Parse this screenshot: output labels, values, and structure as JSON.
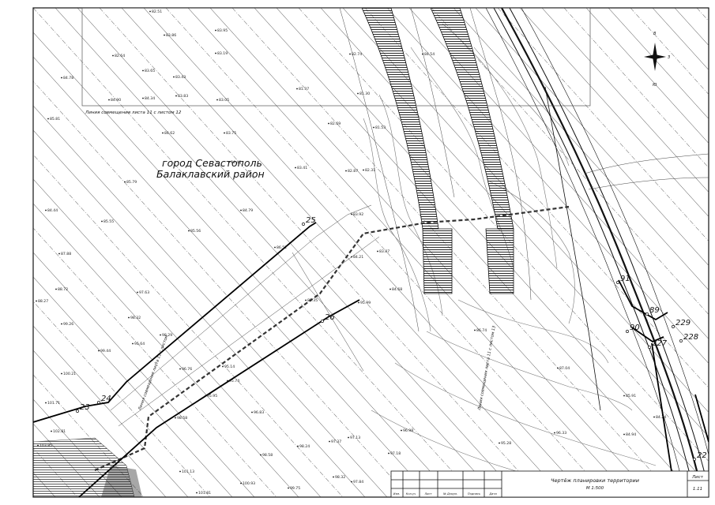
{
  "labels": {
    "city": "город Севастополь",
    "district": "Балаклавский район",
    "match_line_top": "Линия совмещения листа 11 с листом 12",
    "match_line_side": "Линия совмещения листа 11 с листом 13",
    "match_line_left": "Линия совмещения листа 11 с листом"
  },
  "north_arrow": {
    "north": "В",
    "south": "Ю",
    "east": "З"
  },
  "elevations": [
    {
      "id": "e1",
      "text": "82.51"
    },
    {
      "id": "e2",
      "text": "83.86"
    },
    {
      "id": "e3",
      "text": "83.95"
    },
    {
      "id": "e4",
      "text": "83.19"
    },
    {
      "id": "e5",
      "text": "82.64"
    },
    {
      "id": "e6",
      "text": "83.65"
    },
    {
      "id": "e7",
      "text": "83.43"
    },
    {
      "id": "e8",
      "text": "84.78"
    },
    {
      "id": "e9",
      "text": "84.90"
    },
    {
      "id": "e10",
      "text": "84.34"
    },
    {
      "id": "e11",
      "text": "83.83"
    },
    {
      "id": "e12",
      "text": "83.05"
    },
    {
      "id": "e13",
      "text": "82.74"
    },
    {
      "id": "e14",
      "text": "81.37"
    },
    {
      "id": "e15",
      "text": "81.30"
    },
    {
      "id": "e16",
      "text": "85.81"
    },
    {
      "id": "e17",
      "text": "84.62"
    },
    {
      "id": "e18",
      "text": "83.75"
    },
    {
      "id": "e19",
      "text": "82.69"
    },
    {
      "id": "e20",
      "text": "81.53"
    },
    {
      "id": "e21",
      "text": "84.46"
    },
    {
      "id": "e22",
      "text": "85.79"
    },
    {
      "id": "e23",
      "text": "83.41"
    },
    {
      "id": "e24",
      "text": "82.87"
    },
    {
      "id": "e25",
      "text": "82.31"
    },
    {
      "id": "e26",
      "text": "84.44"
    },
    {
      "id": "e27",
      "text": "85.55"
    },
    {
      "id": "e28",
      "text": "84.79"
    },
    {
      "id": "e29",
      "text": "83.92"
    },
    {
      "id": "e30",
      "text": "85.56"
    },
    {
      "id": "e31",
      "text": "87.88"
    },
    {
      "id": "e32",
      "text": "86.52"
    },
    {
      "id": "e33",
      "text": "84.21"
    },
    {
      "id": "e34",
      "text": "83.87"
    },
    {
      "id": "e35",
      "text": "84.68"
    },
    {
      "id": "e36",
      "text": "88.72"
    },
    {
      "id": "e37",
      "text": "97.63"
    },
    {
      "id": "e38",
      "text": "88.27"
    },
    {
      "id": "e39",
      "text": "85.35"
    },
    {
      "id": "e40",
      "text": "98.32"
    },
    {
      "id": "e41",
      "text": "99.26"
    },
    {
      "id": "e42",
      "text": "95.99"
    },
    {
      "id": "e43",
      "text": "98.29"
    },
    {
      "id": "e44",
      "text": "95.64"
    },
    {
      "id": "e45",
      "text": "99.44"
    },
    {
      "id": "e46",
      "text": "96.76"
    },
    {
      "id": "e47",
      "text": "95.14"
    },
    {
      "id": "e48",
      "text": "100.21"
    },
    {
      "id": "e49",
      "text": "95.74"
    },
    {
      "id": "e50",
      "text": "101.71"
    },
    {
      "id": "e51",
      "text": "95.95"
    },
    {
      "id": "e52",
      "text": "102.81"
    },
    {
      "id": "e53",
      "text": "98.58"
    },
    {
      "id": "e54",
      "text": "96.83"
    },
    {
      "id": "e55",
      "text": "96.98"
    },
    {
      "id": "e56",
      "text": "103.85"
    },
    {
      "id": "e57",
      "text": "98.24"
    },
    {
      "id": "e58",
      "text": "97.37"
    },
    {
      "id": "e59",
      "text": "97.13"
    },
    {
      "id": "e60",
      "text": "98.58"
    },
    {
      "id": "e61",
      "text": "97.18"
    },
    {
      "id": "e62",
      "text": "95.28"
    },
    {
      "id": "e63",
      "text": "96.33"
    },
    {
      "id": "e64",
      "text": "101.13"
    },
    {
      "id": "e65",
      "text": "100.93"
    },
    {
      "id": "e66",
      "text": "98.32"
    },
    {
      "id": "e67",
      "text": "97.84"
    },
    {
      "id": "e68",
      "text": "99.75"
    },
    {
      "id": "e69",
      "text": "101.81"
    },
    {
      "id": "e70",
      "text": "84.54"
    },
    {
      "id": "e71",
      "text": "86.74"
    },
    {
      "id": "e72",
      "text": "87.04"
    },
    {
      "id": "e73",
      "text": "85.91"
    },
    {
      "id": "e74",
      "text": "84.94"
    },
    {
      "id": "e75",
      "text": "84.24"
    }
  ],
  "points": [
    {
      "id": "p23",
      "text": "23"
    },
    {
      "id": "p24",
      "text": "24"
    },
    {
      "id": "p25",
      "text": "25"
    },
    {
      "id": "p26",
      "text": "26"
    },
    {
      "id": "p89",
      "text": "89"
    },
    {
      "id": "p90",
      "text": "90"
    },
    {
      "id": "p91",
      "text": "91"
    },
    {
      "id": "p227",
      "text": "227"
    },
    {
      "id": "p228",
      "text": "228"
    },
    {
      "id": "p229",
      "text": "229"
    },
    {
      "id": "p22x",
      "text": "22"
    }
  ],
  "title_block": {
    "title": "Чертёж планировки территории",
    "scale": "М 1:500",
    "sheet_label": "Лист",
    "sheet_number": "1.11",
    "columns": [
      "Изм.",
      "Кол.уч",
      "Лист",
      "№ Докум.",
      "Подпись",
      "Дата"
    ]
  }
}
